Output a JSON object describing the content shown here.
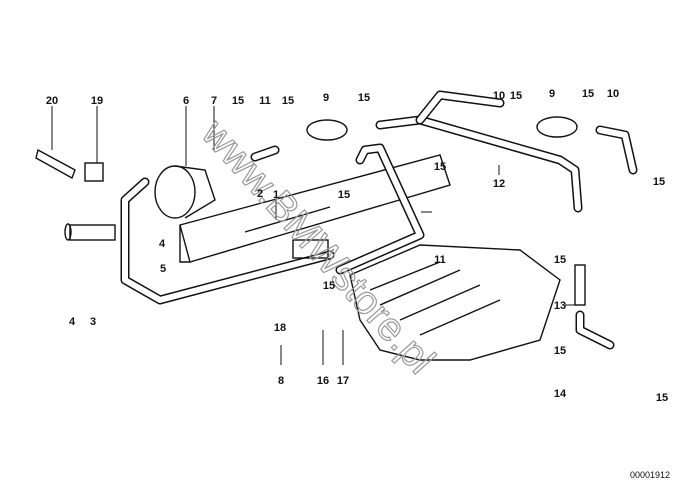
{
  "diagram": {
    "labels": [
      "20",
      "19",
      "6",
      "7",
      "15",
      "11",
      "15",
      "9",
      "15",
      "10",
      "15",
      "9",
      "15",
      "10",
      "15",
      "15",
      "15",
      "12",
      "2",
      "1",
      "4",
      "5",
      "4",
      "3",
      "11",
      "15",
      "15",
      "13",
      "15",
      "14",
      "15",
      "18",
      "8",
      "16",
      "17"
    ],
    "watermark": "www.BMWstore.pl",
    "drawing_number": "00001912"
  }
}
